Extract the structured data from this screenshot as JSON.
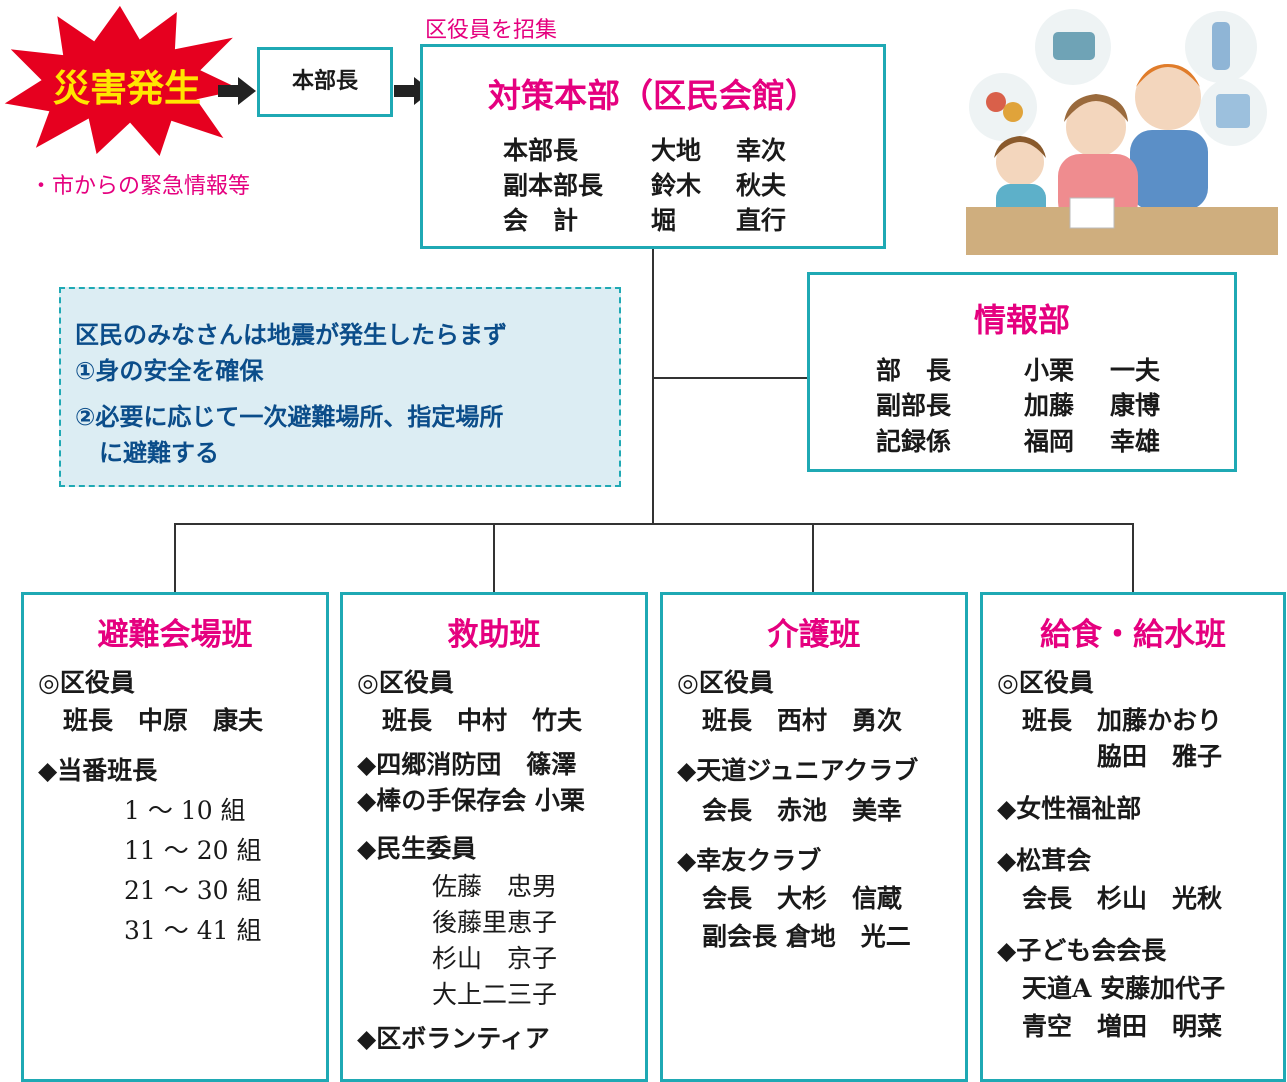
{
  "trigger": {
    "label": "災害発生",
    "note": "・市からの緊急情報等"
  },
  "chief_box": {
    "label": "本部長"
  },
  "hq": {
    "note": "区役員を招集",
    "title": "対策本部（区民会館）",
    "members": [
      {
        "role": "本部長",
        "family": "大地",
        "given": "幸次"
      },
      {
        "role": "副本部長",
        "family": "鈴木",
        "given": "秋夫"
      },
      {
        "role": "会　計",
        "family": "堀",
        "given": "直行"
      }
    ]
  },
  "notice": {
    "lines": [
      "区民のみなさんは地震が発生したらまず",
      "①身の安全を確保",
      "②必要に応じて一次避難場所、指定場所",
      "　に避難する"
    ]
  },
  "info": {
    "title": "情報部",
    "members": [
      {
        "role": "部　長",
        "family": "小栗",
        "given": "一夫"
      },
      {
        "role": "副部長",
        "family": "加藤",
        "given": "康博"
      },
      {
        "role": "記録係",
        "family": "福岡",
        "given": "幸雄"
      }
    ]
  },
  "teams": [
    {
      "title": "避難会場班",
      "lines": [
        "◎区役員",
        "　班長　中原　康夫",
        "",
        "◆当番班長",
        "　　1 〜 10 組",
        "　　11 〜 20 組",
        "　　21 〜 30 組",
        "　　31 〜 41 組"
      ]
    },
    {
      "title": "救助班",
      "lines": [
        "◎区役員",
        "　班長　中村　竹夫",
        "",
        "◆四郷消防団　篠澤",
        "◆棒の手保存会 小栗",
        "",
        "◆民生委員",
        "　　　佐藤　忠男",
        "　　　後藤里恵子",
        "　　　杉山　京子",
        "　　　大上二三子",
        "",
        "◆区ボランティア"
      ]
    },
    {
      "title": "介護班",
      "lines": [
        "◎区役員",
        "　班長　西村　勇次",
        "",
        "◆天道ジュニアクラブ",
        "　会長　赤池　美幸",
        "",
        "◆幸友クラブ",
        "　会長　大杉　信蔵",
        "　副会長 倉地　光二"
      ]
    },
    {
      "title": "給食・給水班",
      "lines": [
        "◎区役員",
        "　班長　加藤かおり",
        "　　　　脇田　雅子",
        "",
        "◆女性福祉部",
        "",
        "◆松茸会",
        "　会長　杉山　光秋",
        "",
        "◆子ども会会長",
        "　天道A 安藤加代子",
        "　青空　増田　明菜"
      ]
    }
  ],
  "colors": {
    "accent": "#e5007f",
    "border": "#1fa9b4",
    "notice_bg": "#dcedf3"
  }
}
